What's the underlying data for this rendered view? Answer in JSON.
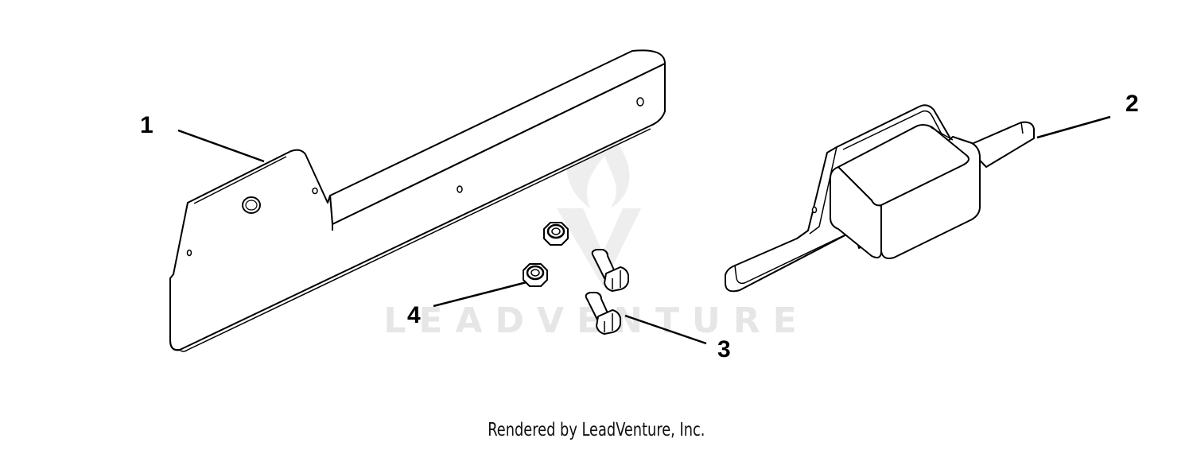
{
  "watermark": {
    "text": "LEADVENTURE"
  },
  "credit": "Rendered by LeadVenture, Inc.",
  "callouts": [
    {
      "id": "1",
      "label": "1"
    },
    {
      "id": "2",
      "label": "2"
    },
    {
      "id": "3",
      "label": "3"
    },
    {
      "id": "4",
      "label": "4"
    }
  ],
  "colors": {
    "line": "#000000",
    "watermark": "#e6e6e6",
    "background": "#ffffff"
  }
}
